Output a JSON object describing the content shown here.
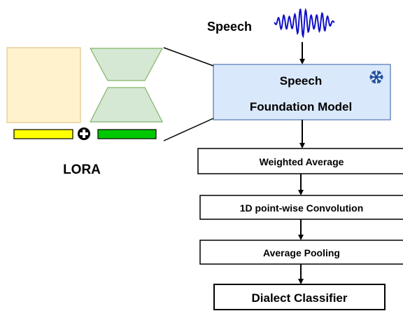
{
  "input": {
    "label": "Speech",
    "waveform_color": "#1010c8"
  },
  "foundation_model": {
    "line1": "Speech",
    "line2": "Foundation Model",
    "frozen_icon": "snowflake-icon",
    "fill": "#dae8fc",
    "border": "#6c8ebf",
    "icon_color": "#1f4e9c"
  },
  "pipeline": [
    {
      "label": "Weighted Average"
    },
    {
      "label": "1D point-wise Convolution"
    },
    {
      "label": "Average Pooling"
    },
    {
      "label": "Dialect Classifier"
    }
  ],
  "lora": {
    "label": "LORA",
    "matrix_fill": "#fff2cc",
    "matrix_border": "#e3c88a",
    "trapezoid_fill": "#d5e8d4",
    "trapezoid_border": "#82b366",
    "bar_left_fill": "#ffff00",
    "bar_right_fill": "#00c800",
    "plus_icon": "circle-plus-icon"
  }
}
